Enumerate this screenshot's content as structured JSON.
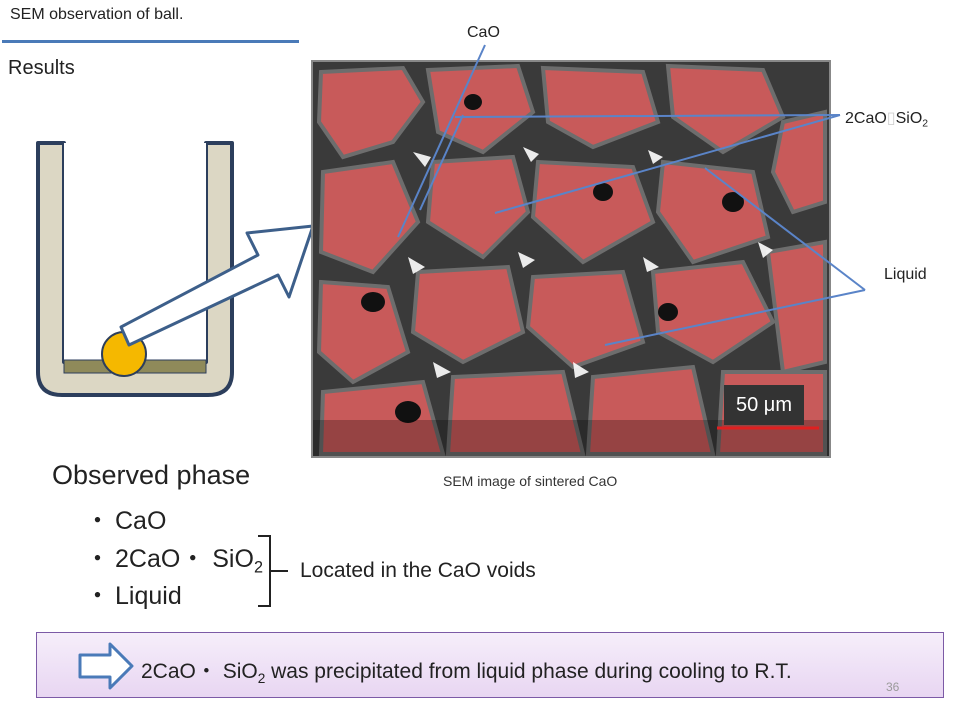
{
  "header": {
    "title": "SEM observation of ball.",
    "section": "Results"
  },
  "sem_labels": {
    "cao": "CaO",
    "cs_prefix": "2CaO",
    "cs_mid": "SiO",
    "cs_sub": "2",
    "liquid": "Liquid"
  },
  "scale_bar": {
    "label": "50 μm"
  },
  "sem_caption": "SEM image of sintered CaO",
  "observed": {
    "title": "Observed phase",
    "bullet": "・",
    "phases": [
      {
        "text": "CaO"
      },
      {
        "prefix": "2CaO・ SiO",
        "sub": "2"
      },
      {
        "text": "Liquid"
      }
    ],
    "note": "Located in the CaO voids"
  },
  "summary": {
    "prefix": "2CaO・ SiO",
    "sub": "2",
    "rest": " was precipitated from  liquid phase during cooling to R.T."
  },
  "slide_number": "36",
  "colors": {
    "accent": "#4a7ab8",
    "grain": "#c85a5a",
    "sample": "#f5b800",
    "crucible": "#dcd7c4"
  }
}
